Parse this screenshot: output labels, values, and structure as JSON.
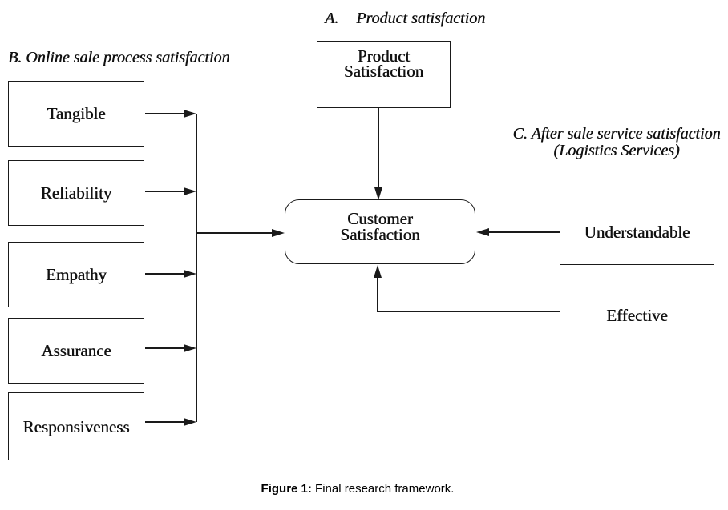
{
  "sections": {
    "a": {
      "prefix": "A.",
      "text": "Product satisfaction"
    },
    "b": {
      "text": "B. Online sale process satisfaction"
    },
    "c": {
      "line1": "C. After sale service satisfaction",
      "line2": "(Logistics Services)"
    }
  },
  "nodes": {
    "product": "Product Satisfaction",
    "customer": "Customer Satisfaction",
    "online_sale_factors": [
      "Tangible",
      "Reliability",
      "Empathy",
      "Assurance",
      "Responsiveness"
    ],
    "after_sale_factors": [
      "Understandable",
      "Effective"
    ]
  },
  "edges": [
    {
      "from": "Product Satisfaction",
      "to": "Customer Satisfaction"
    },
    {
      "from": "Tangible",
      "to": "Customer Satisfaction"
    },
    {
      "from": "Reliability",
      "to": "Customer Satisfaction"
    },
    {
      "from": "Empathy",
      "to": "Customer Satisfaction"
    },
    {
      "from": "Assurance",
      "to": "Customer Satisfaction"
    },
    {
      "from": "Responsiveness",
      "to": "Customer Satisfaction"
    },
    {
      "from": "Understandable",
      "to": "Customer Satisfaction"
    },
    {
      "from": "Effective",
      "to": "Customer Satisfaction"
    }
  ],
  "caption": {
    "label": "Figure 1:",
    "text": " Final research framework."
  },
  "colors": {
    "ink": "#1a1a1a",
    "background": "#ffffff"
  }
}
